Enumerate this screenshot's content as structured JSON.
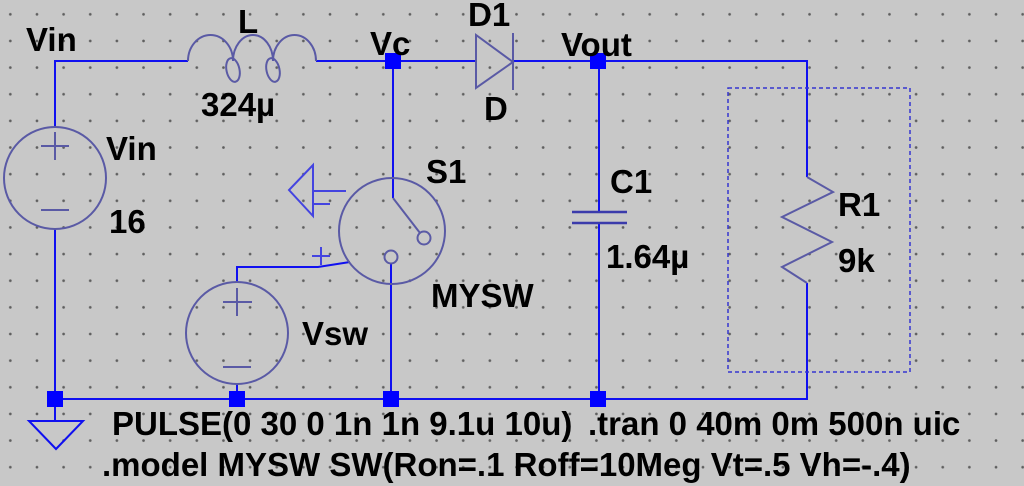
{
  "schematic": {
    "nets": {
      "vin": "Vin",
      "vc": "Vc",
      "vout": "Vout"
    },
    "components": {
      "inductor": {
        "name": "L",
        "value": "324µ"
      },
      "diode": {
        "name": "D1",
        "model": "D"
      },
      "source_vin": {
        "name": "Vin",
        "value": "16"
      },
      "switch": {
        "name": "S1",
        "model": "MYSW"
      },
      "source_vsw": {
        "name": "Vsw",
        "value": "PULSE(0 30 0 1n 1n 9.1u 10u)"
      },
      "capacitor": {
        "name": "C1",
        "value": "1.64µ"
      },
      "resistor": {
        "name": "R1",
        "value": "9k"
      }
    },
    "directives": {
      "tran": ".tran 0 40m 0m 500n uic",
      "model": ".model MYSW SW(Ron=.1 Roff=10Meg Vt=.5 Vh=-.4)"
    },
    "colors": {
      "background": "#c8c8c8",
      "wire": "#1010f0",
      "junction": "#0000ff",
      "symbol": "#5a5aa5",
      "accent": "#4444e0",
      "dashed_box": "#3636d0",
      "text": "#000000",
      "grid_dot": "#5f5f5f"
    }
  }
}
